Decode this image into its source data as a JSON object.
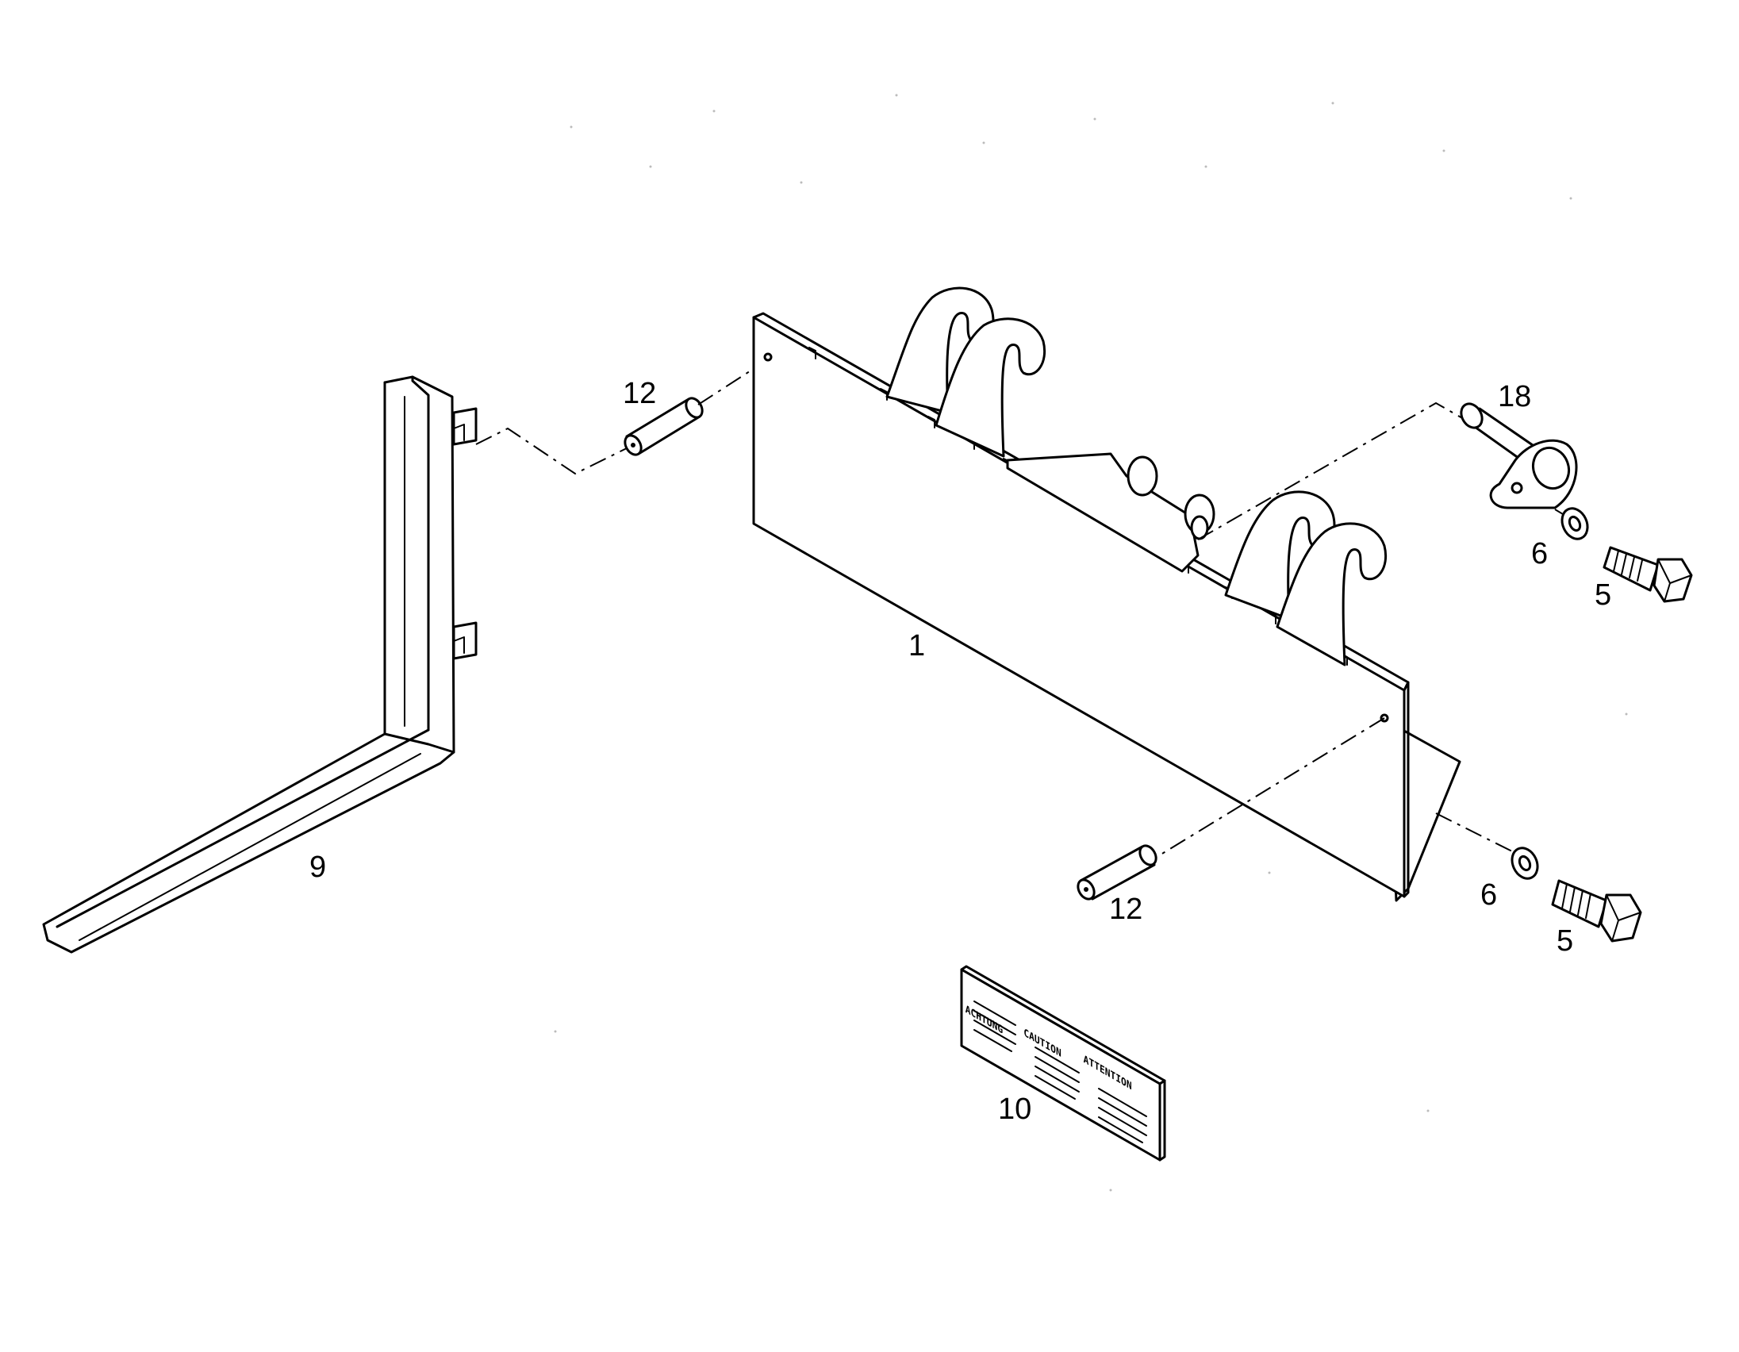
{
  "callouts": {
    "c1": "1",
    "c5a": "5",
    "c5b": "5",
    "c6a": "6",
    "c6b": "6",
    "c9": "9",
    "c10": "10",
    "c12a": "12",
    "c12b": "12",
    "c18": "18"
  },
  "warning_label": {
    "word1": "ACHTUNG",
    "word2": "CAUTION",
    "word3": "ATTENTION"
  }
}
